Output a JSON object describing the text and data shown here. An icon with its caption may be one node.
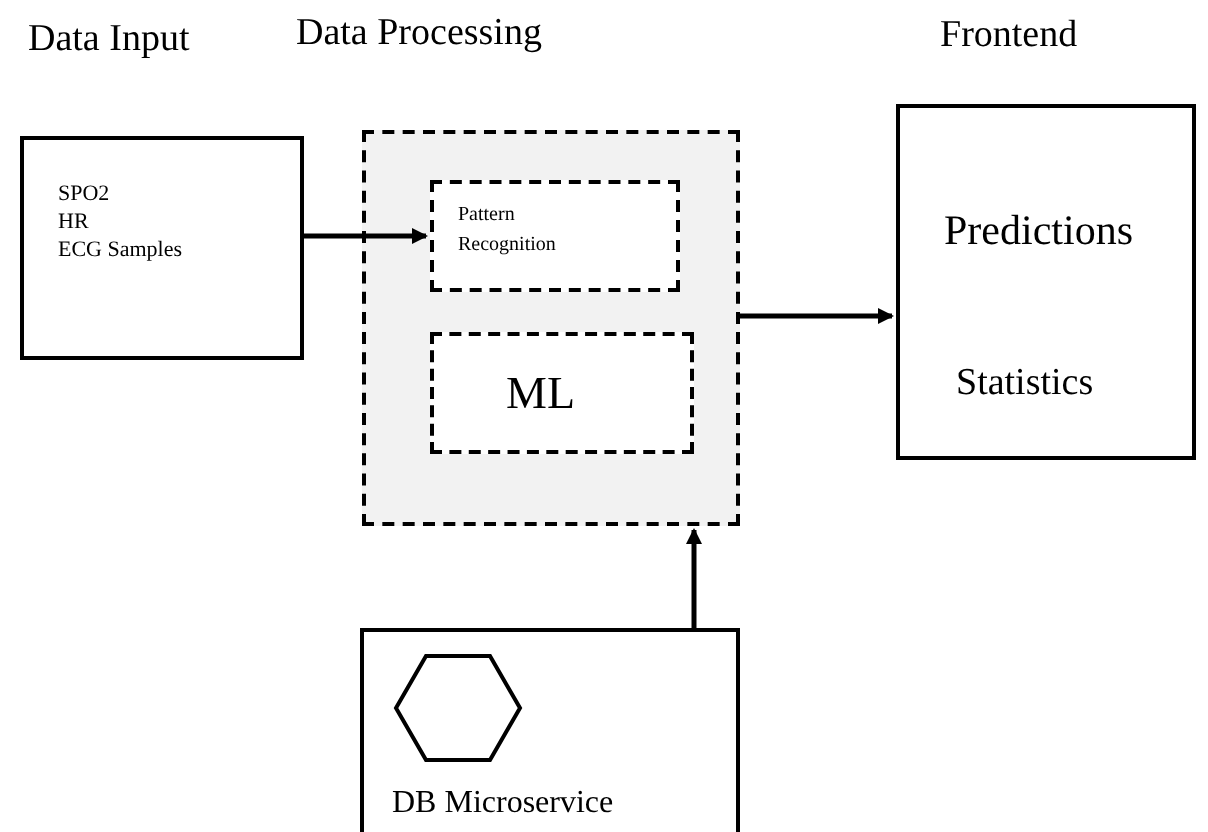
{
  "diagram": {
    "nodes": [
      {
        "text": [
          "Data Input",
          "SPO2",
          "HR",
          "ECG Samples"
        ]
      },
      {
        "text": [
          "Data Processing"
        ]
      },
      {
        "text": [
          "Pattern Recognition"
        ],
        "in": 1
      },
      {
        "text": [
          "ML"
        ],
        "in": 1
      },
      {
        "text": [
          "Frontend",
          "Predictions",
          "Statistics"
        ]
      },
      {
        "text": [
          "DB Microservice"
        ]
      }
    ],
    "edges": [
      {
        "from": 0,
        "to": 2,
        "arrow": "to"
      },
      {
        "from": 1,
        "to": 4,
        "arrow": "to"
      },
      {
        "from": 5,
        "to": 1,
        "arrow": "to"
      }
    ]
  }
}
